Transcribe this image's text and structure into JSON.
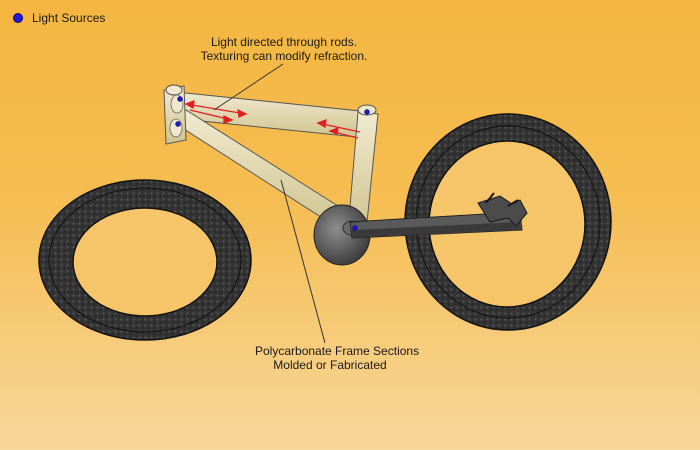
{
  "legend": {
    "label": "Light Sources",
    "icon": "light-source-dot",
    "color": "#2418d8"
  },
  "callouts": {
    "light_rods": {
      "line1": "Light directed through rods.",
      "line2": "Texturing can modify refraction."
    },
    "frame_sections": {
      "line1": "Polycarbonate Frame Sections",
      "line2": "Molded or Fabricated"
    }
  },
  "colors": {
    "background": "#f5bd52",
    "tube_fill": "#e7dda8",
    "tire": "#2c2c2c",
    "light_arrows": "#e02020",
    "light_source": "#2418d8"
  }
}
